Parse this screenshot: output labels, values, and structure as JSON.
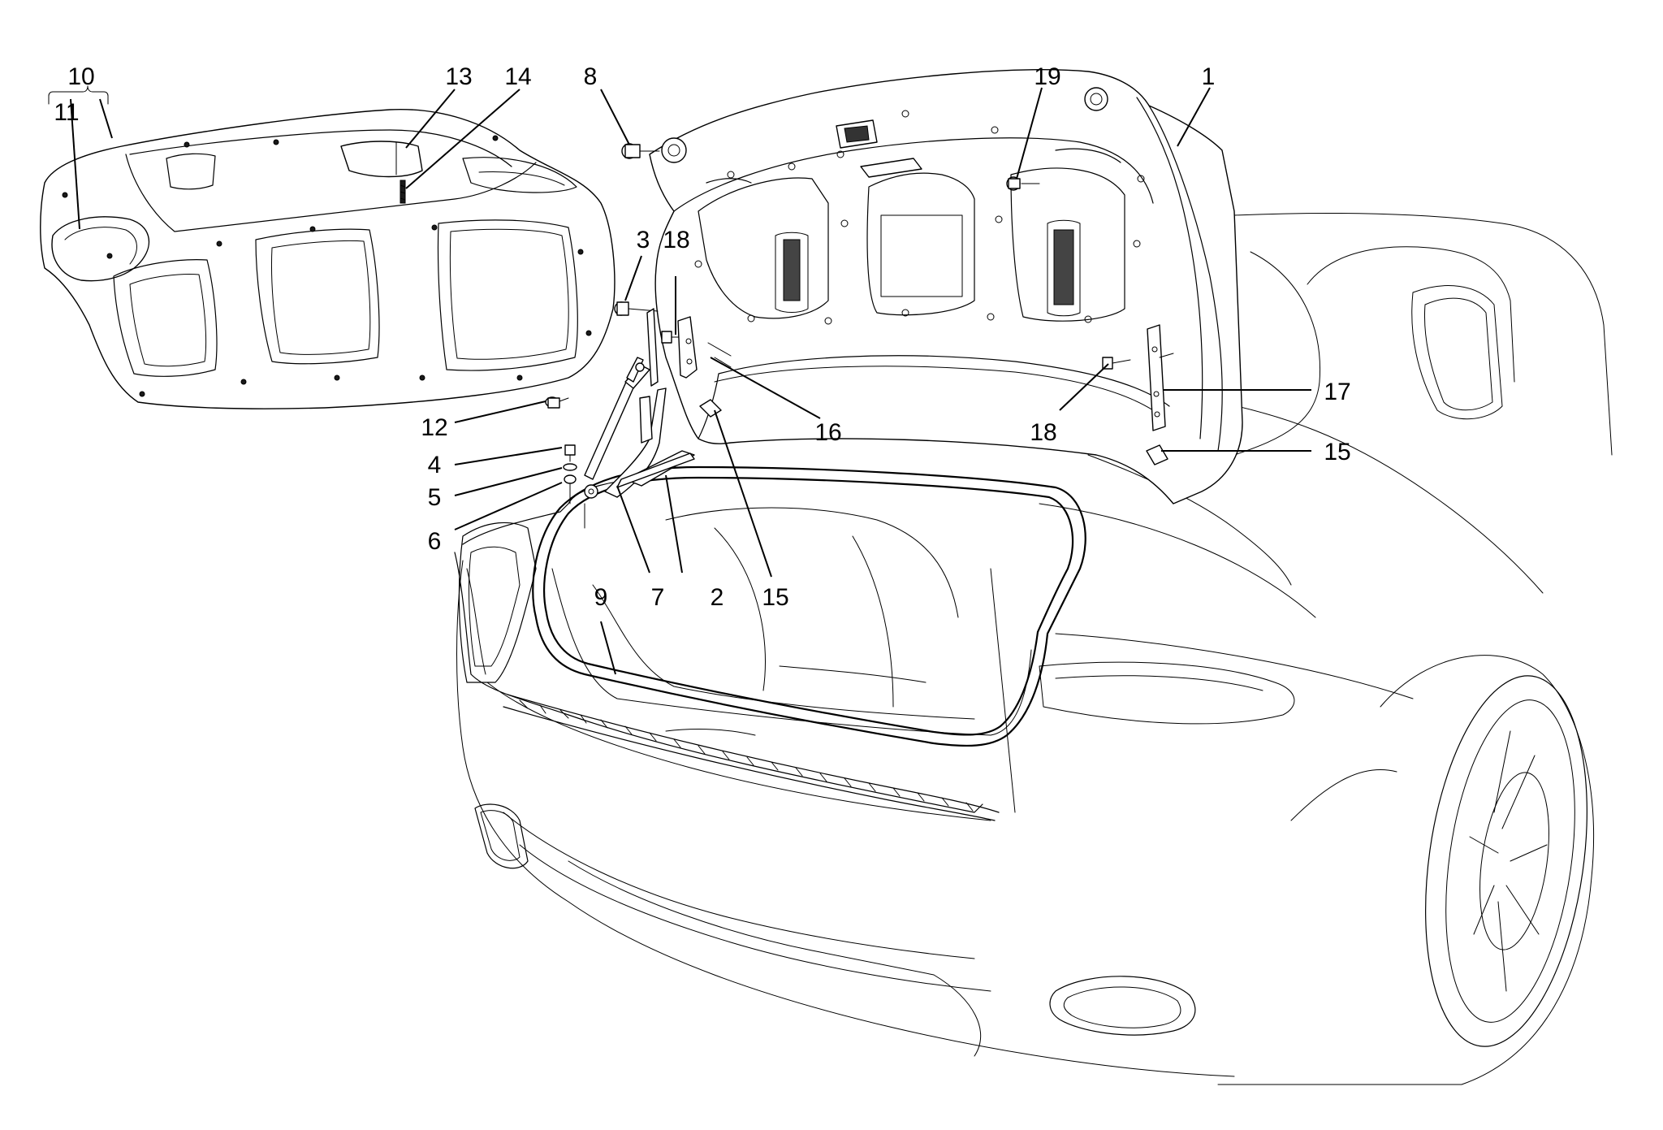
{
  "callouts": [
    {
      "id": "c1",
      "label": "1"
    },
    {
      "id": "c2",
      "label": "2"
    },
    {
      "id": "c3",
      "label": "3"
    },
    {
      "id": "c4",
      "label": "4"
    },
    {
      "id": "c5",
      "label": "5"
    },
    {
      "id": "c6",
      "label": "6"
    },
    {
      "id": "c7",
      "label": "7"
    },
    {
      "id": "c8",
      "label": "8"
    },
    {
      "id": "c9",
      "label": "9"
    },
    {
      "id": "c10",
      "label": "10"
    },
    {
      "id": "c11",
      "label": "11"
    },
    {
      "id": "c12",
      "label": "12"
    },
    {
      "id": "c13",
      "label": "13"
    },
    {
      "id": "c14",
      "label": "14"
    },
    {
      "id": "c15a",
      "label": "15"
    },
    {
      "id": "c15b",
      "label": "15"
    },
    {
      "id": "c16",
      "label": "16"
    },
    {
      "id": "c17",
      "label": "17"
    },
    {
      "id": "c18a",
      "label": "18"
    },
    {
      "id": "c18b",
      "label": "18"
    },
    {
      "id": "c19",
      "label": "19"
    }
  ]
}
